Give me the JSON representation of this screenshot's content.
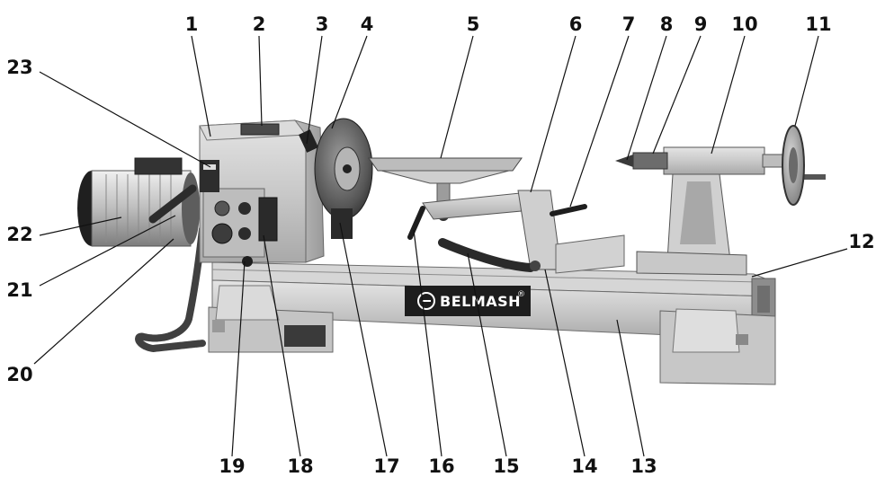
{
  "brand": {
    "name": "BELMASH",
    "mark": "®"
  },
  "callouts": [
    {
      "id": "1",
      "label": "1"
    },
    {
      "id": "2",
      "label": "2"
    },
    {
      "id": "3",
      "label": "3"
    },
    {
      "id": "4",
      "label": "4"
    },
    {
      "id": "5",
      "label": "5"
    },
    {
      "id": "6",
      "label": "6"
    },
    {
      "id": "7",
      "label": "7"
    },
    {
      "id": "8",
      "label": "8"
    },
    {
      "id": "9",
      "label": "9"
    },
    {
      "id": "10",
      "label": "10"
    },
    {
      "id": "11",
      "label": "11"
    },
    {
      "id": "12",
      "label": "12"
    },
    {
      "id": "13",
      "label": "13"
    },
    {
      "id": "14",
      "label": "14"
    },
    {
      "id": "15",
      "label": "15"
    },
    {
      "id": "16",
      "label": "16"
    },
    {
      "id": "17",
      "label": "17"
    },
    {
      "id": "18",
      "label": "18"
    },
    {
      "id": "19",
      "label": "19"
    },
    {
      "id": "20",
      "label": "20"
    },
    {
      "id": "21",
      "label": "21"
    },
    {
      "id": "22",
      "label": "22"
    },
    {
      "id": "23",
      "label": "23"
    }
  ]
}
